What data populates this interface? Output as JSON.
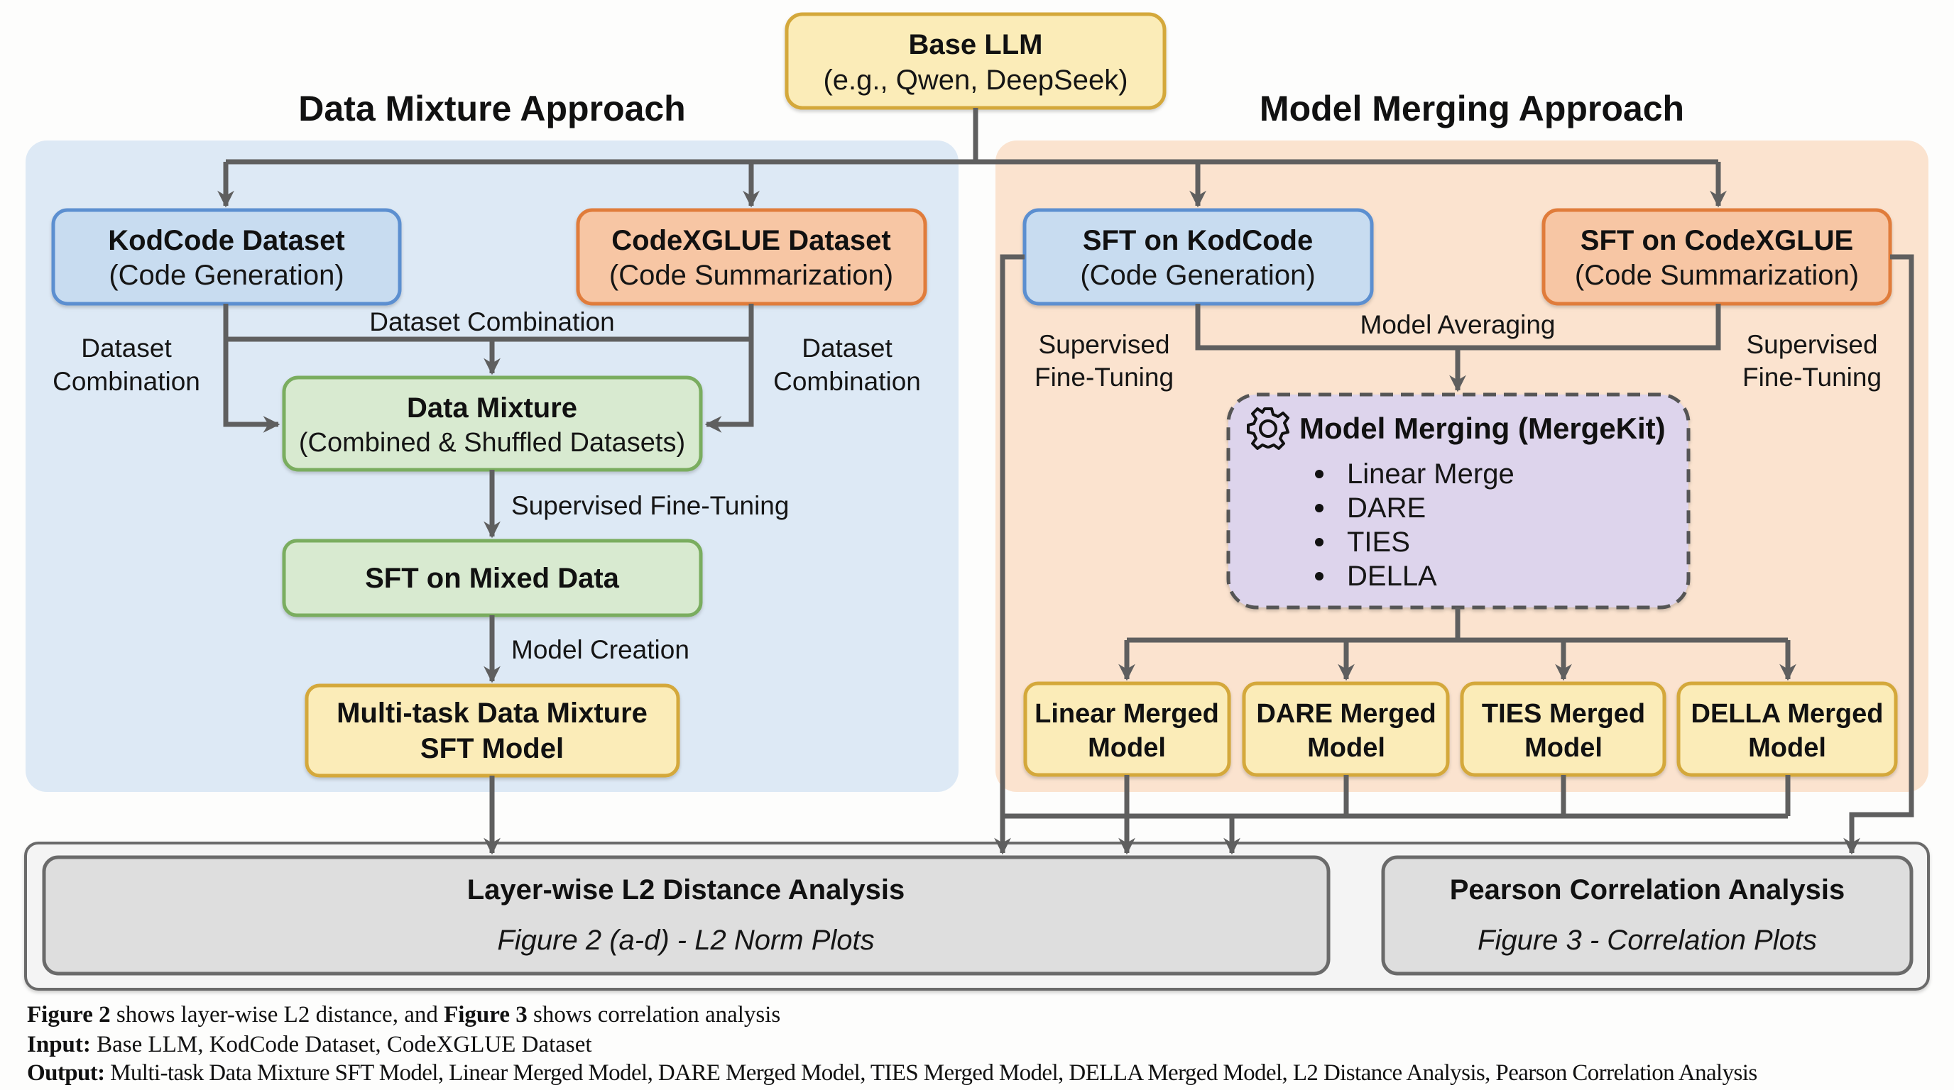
{
  "base": {
    "title": "Base LLM",
    "subtitle": "(e.g., Qwen, DeepSeek)"
  },
  "left": {
    "title": "Data Mixture Approach",
    "kodcode": {
      "title": "KodCode Dataset",
      "subtitle": "(Code Generation)"
    },
    "codexglue": {
      "title": "CodeXGLUE Dataset",
      "subtitle": "(Code Summarization)"
    },
    "label_combination_center": "Dataset Combination",
    "label_combination_left": [
      "Dataset",
      "Combination"
    ],
    "label_combination_right": [
      "Dataset",
      "Combination"
    ],
    "mixture": {
      "title": "Data Mixture",
      "subtitle": "(Combined & Shuffled Datasets)"
    },
    "label_sft": "Supervised Fine-Tuning",
    "sft_mixed": {
      "title": "SFT on Mixed Data"
    },
    "label_creation": "Model Creation",
    "multitask": {
      "line1": "Multi-task Data Mixture",
      "line2": "SFT Model"
    }
  },
  "right": {
    "title": "Model Merging Approach",
    "sft_kodcode": {
      "title": "SFT on KodCode",
      "subtitle": "(Code Generation)"
    },
    "sft_codexglue": {
      "title": "SFT on CodeXGLUE",
      "subtitle": "(Code Summarization)"
    },
    "label_averaging": "Model Averaging",
    "label_sft_left": [
      "Supervised",
      "Fine-Tuning"
    ],
    "label_sft_right": [
      "Supervised",
      "Fine-Tuning"
    ],
    "mergekit": {
      "title": "Model Merging (MergeKit)",
      "icon": "gear-icon",
      "methods": [
        "Linear Merge",
        "DARE",
        "TIES",
        "DELLA"
      ]
    },
    "merged_models": [
      {
        "line1": "Linear Merged",
        "line2": "Model"
      },
      {
        "line1": "DARE Merged",
        "line2": "Model"
      },
      {
        "line1": "TIES Merged",
        "line2": "Model"
      },
      {
        "line1": "DELLA Merged",
        "line2": "Model"
      }
    ]
  },
  "analysis": {
    "l2": {
      "title": "Layer-wise L2 Distance Analysis",
      "subtitle": "Figure 2 (a-d) - L2 Norm Plots"
    },
    "pearson": {
      "title": "Pearson Correlation Analysis",
      "subtitle": "Figure 3 - Correlation Plots"
    }
  },
  "footer": {
    "line1": {
      "b1": "Figure 2",
      "t1": " shows layer-wise L2 distance, and ",
      "b2": "Figure 3",
      "t2": " shows correlation analysis"
    },
    "line2": {
      "label": "Input:",
      "text": " Base LLM, KodCode Dataset, CodeXGLUE Dataset"
    },
    "line3": {
      "label": "Output:",
      "text": " Multi-task Data Mixture SFT Model, Linear Merged Model, DARE Merged Model, TIES Merged Model, DELLA Merged Model, L2 Distance Analysis, Pearson Correlation Analysis"
    }
  },
  "colors": {
    "blue_fill": "#c8dcf0",
    "blue_stroke": "#5b8fd0",
    "orange_fill": "#f7c6a4",
    "orange_stroke": "#e07b3a",
    "green_fill": "#d8ead0",
    "green_stroke": "#7aad5f",
    "yellow_fill": "#fbecb8",
    "yellow_stroke": "#d4a83a",
    "purple_fill": "#ddd4ec",
    "left_panel": "#dde9f5",
    "right_panel": "#fbe3cf",
    "connector": "#5f5f5f"
  }
}
